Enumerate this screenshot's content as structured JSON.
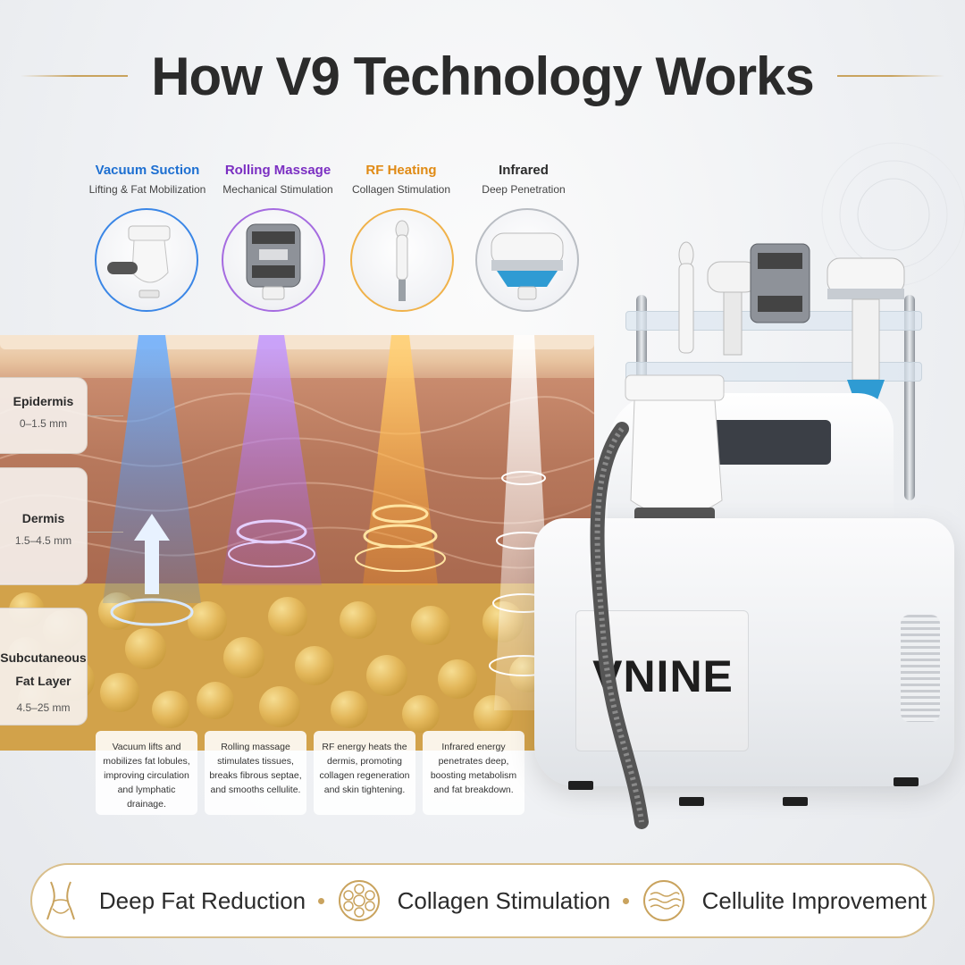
{
  "title": "How V9 Technology Works",
  "technologies": [
    {
      "name": "Vacuum Suction",
      "subtitle": "Lifting & Fat Mobilization",
      "color": "#1d6fd1",
      "description": "Vacuum lifts and mobilizes fat lobules, improving circulation and lymphatic drainage."
    },
    {
      "name": "Rolling Massage",
      "subtitle": "Mechanical Stimulation",
      "color": "#7b2fc2",
      "description": "Rolling massage stimulates tissues, breaks fibrous septae, and smooths cellulite."
    },
    {
      "name": "RF Heating",
      "subtitle": "Collagen Stimulation",
      "color": "#e08a14",
      "description": "RF energy heats the dermis, promoting collagen regeneration and skin tightening."
    },
    {
      "name": "Infrared",
      "subtitle": "Deep Penetration",
      "color": "#2b2b2b",
      "description": "Infrared energy penetrates deep, boosting metabolism and fat breakdown."
    }
  ],
  "layers": [
    {
      "name": "Epidermis",
      "depth": "0–1.5 mm"
    },
    {
      "name": "Dermis",
      "depth": "1.5–4.5 mm"
    },
    {
      "name": "Subcutaneous Fat Layer",
      "depth": "4.5–25 mm"
    }
  ],
  "brand": "VNINE",
  "benefits": [
    {
      "label": "Deep Fat Reduction",
      "icon": "waist-icon"
    },
    {
      "label": "Collagen Stimulation",
      "icon": "collagen-icon"
    },
    {
      "label": "Cellulite Improvement",
      "icon": "wave-texture-icon"
    }
  ],
  "colors": {
    "accent_gold": "#c9a35e",
    "vacuum_blue": "#1d6fd1",
    "massage_purple": "#7b2fc2",
    "rf_orange": "#e08a14"
  }
}
